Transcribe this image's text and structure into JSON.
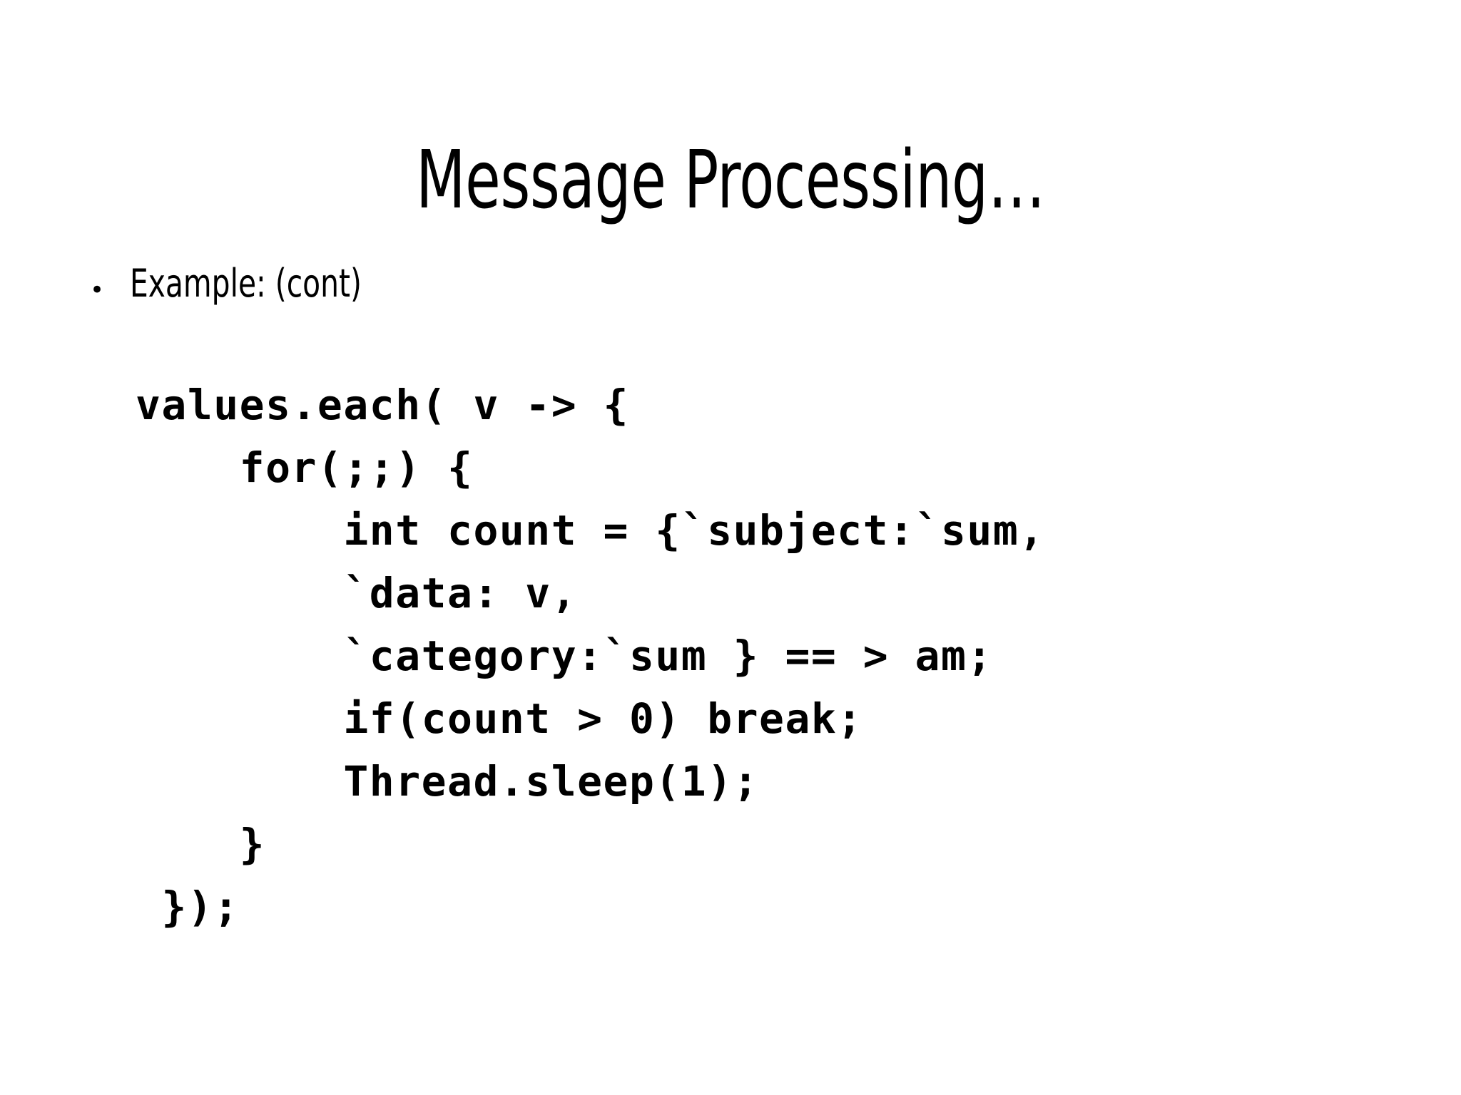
{
  "slide": {
    "background_color": "#ffffff",
    "text_color": "#000000",
    "title": "Message Processing…",
    "bullets": [
      {
        "marker": "•",
        "text": "Example: (cont)"
      }
    ],
    "code": {
      "language": "java",
      "lines": [
        "values.each( v -> {",
        "    for(;;) {",
        "        int count = {`subject:`sum,",
        "        `data: v,",
        "        `category:`sum } == > am;",
        "        if(count > 0) break;",
        "        Thread.sleep(1);",
        "    }",
        " });"
      ]
    }
  }
}
